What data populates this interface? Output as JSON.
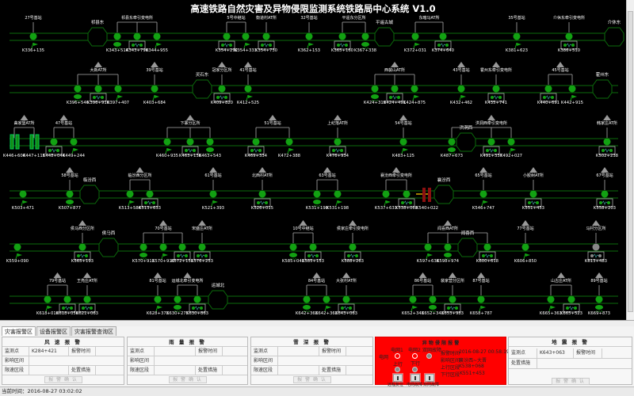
{
  "title": "高速铁路自然灾害及异物侵限监测系统铁路局中心系统 V1.0",
  "colors": {
    "track": "#0b6b0b",
    "point": "#12a112",
    "alarm": "#ff0000",
    "inactive": "#888888"
  },
  "rows": [
    {
      "points": [
        [
          "K336+135",
          "flag"
        ],
        [
          "K343+514",
          "rain"
        ],
        [
          "K343+790",
          "wind"
        ],
        [
          "K344+955",
          "flag"
        ],
        [
          "K354+292",
          "wind"
        ],
        [
          "K354+333",
          "flag"
        ],
        [
          "K354+730",
          "wind"
        ],
        [
          "K362+153",
          "flag"
        ],
        [
          "K365+160",
          "wind"
        ],
        [
          "K367+338",
          "rain"
        ],
        [
          "K372+031",
          "flag"
        ],
        [
          "K374+640",
          "wind"
        ],
        [
          "K381+623",
          "flag"
        ],
        [
          "K386+510",
          "wind"
        ]
      ],
      "labels": [
        {
          "text": "27号基站",
          "pts": [
            0
          ]
        },
        {
          "text": "祁县东牵引变电所",
          "pts": [
            1,
            2,
            3
          ]
        },
        {
          "text": "5号中继站",
          "pts": [
            4,
            5
          ]
        },
        {
          "text": "衡道村AT所",
          "pts": [
            6
          ]
        },
        {
          "text": "32号基站",
          "pts": [
            7
          ]
        },
        {
          "text": "平遥东分区所",
          "pts": [
            8,
            9
          ]
        },
        {
          "text": "东喀马AT所",
          "pts": [
            10,
            11
          ]
        },
        {
          "text": "35号基站",
          "pts": [
            12
          ]
        },
        {
          "text": "介休东牵引变电所",
          "pts": [
            13
          ]
        }
      ],
      "stations": [
        "祁县东",
        "平遥古城",
        "介休东"
      ]
    },
    {
      "points": [
        [
          "K396+546",
          "rain"
        ],
        [
          "K396+910",
          "wind"
        ],
        [
          "K397+407",
          "flag"
        ],
        [
          "K403+684",
          "flag"
        ],
        [
          "K409+820",
          "wind"
        ],
        [
          "K412+525",
          "flag"
        ],
        [
          "K424+319",
          "rain"
        ],
        [
          "K424+491",
          "wind"
        ],
        [
          "K424+875",
          "flag"
        ],
        [
          "K432+462",
          "flag"
        ],
        [
          "K435+741",
          "wind"
        ],
        [
          "K440+691",
          "wind"
        ],
        [
          "K442+915",
          "flag"
        ]
      ],
      "labels": [
        {
          "text": "大新AT所",
          "pts": [
            0,
            1,
            2
          ],
          "tri": true
        },
        {
          "text": "39号基站",
          "pts": [
            3
          ],
          "tri": true
        },
        {
          "text": "冠家分区所",
          "pts": [
            4
          ],
          "tri": true
        },
        {
          "text": "41号基站",
          "pts": [
            5
          ],
          "tri": true
        },
        {
          "text": "西裴山AT所",
          "pts": [
            6,
            7,
            8
          ],
          "tri": true
        },
        {
          "text": "43号基站",
          "pts": [
            9
          ],
          "tri": true
        },
        {
          "text": "霍州东牵引变电所",
          "pts": [
            10
          ],
          "tri": true
        },
        {
          "text": "45号基站",
          "pts": [
            11,
            12
          ],
          "tri": true
        }
      ],
      "stations": [
        "灵石东",
        "霍州东"
      ]
    },
    {
      "points": [
        [
          "K446+604",
          "bar"
        ],
        [
          "K447+115",
          "bar"
        ],
        [
          "K448+044",
          "wind"
        ],
        [
          "K449+244",
          "flag"
        ],
        [
          "K460+935",
          "flag"
        ],
        [
          "K463+138",
          "wind"
        ],
        [
          "K463+543",
          "rain"
        ],
        [
          "K469+334",
          "wind"
        ],
        [
          "K472+388",
          "flag"
        ],
        [
          "K476+934",
          "wind"
        ],
        [
          "K483+125",
          "flag"
        ],
        [
          "K487+673",
          "rain"
        ],
        [
          "K491+337",
          "wind"
        ],
        [
          "K492+027",
          "flag"
        ],
        [
          "K502+238",
          "wind"
        ]
      ],
      "labels": [
        {
          "text": "曲家堡AT所",
          "pts": [
            0,
            1
          ],
          "tri": true
        },
        {
          "text": "47号基站",
          "pts": [
            2,
            3
          ],
          "tri": true
        },
        {
          "text": "下寨分区所",
          "pts": [
            4,
            5,
            6
          ],
          "tri": true
        },
        {
          "text": "51号基站",
          "pts": [
            7,
            8
          ],
          "tri": true
        },
        {
          "text": "上纪落AT所",
          "pts": [
            9
          ],
          "tri": true
        },
        {
          "text": "54号基站",
          "pts": [
            10
          ],
          "tri": true
        },
        {
          "text": "洪洞西牵引变电所",
          "pts": [
            11,
            12,
            13
          ],
          "tri": true
        },
        {
          "text": "韩家庄AT所",
          "pts": [
            14
          ],
          "tri": true
        }
      ],
      "stations": [
        "洪洞西"
      ]
    },
    {
      "points": [
        [
          "K503+471",
          "flag"
        ],
        [
          "K507+877",
          "rain"
        ],
        [
          "K513+584",
          "flag"
        ],
        [
          "K513+633",
          "wind"
        ],
        [
          "K521+393",
          "flag"
        ],
        [
          "K526+015",
          "wind"
        ],
        [
          "K531+198",
          "rain"
        ],
        [
          "K531+198",
          "flag"
        ],
        [
          "K537+633",
          "flag"
        ],
        [
          "K538+068",
          "wind"
        ],
        [
          "K540+022",
          "redbar"
        ],
        [
          "K546+747",
          "flag"
        ],
        [
          "K551+453",
          "wind"
        ],
        [
          "K558+203",
          "wind"
        ]
      ],
      "labels": [
        {
          "text": "58号基站",
          "pts": [
            1
          ],
          "tri": true
        },
        {
          "text": "临汾西分区所",
          "pts": [
            2,
            3
          ],
          "tri": true
        },
        {
          "text": "61号基站",
          "pts": [
            4
          ],
          "tri": true
        },
        {
          "text": "北西村AT所",
          "pts": [
            5
          ],
          "tri": true
        },
        {
          "text": "63号基站",
          "pts": [
            6,
            7
          ],
          "tri": true
        },
        {
          "text": "襄汾西牵引变电所",
          "pts": [
            8,
            9
          ],
          "tri": true
        },
        {
          "text": "65号基站",
          "pts": [
            11
          ],
          "tri": true
        },
        {
          "text": "小胶树AT所",
          "pts": [
            12
          ],
          "tri": true
        },
        {
          "text": "67号基站",
          "pts": [
            13
          ],
          "tri": true
        }
      ],
      "stations": [
        "临汾西",
        "襄汾西"
      ]
    },
    {
      "points": [
        [
          "K559+090",
          "flag"
        ],
        [
          "K565+193",
          "wind"
        ],
        [
          "K570+913",
          "rain"
        ],
        [
          "K570+913",
          "flag"
        ],
        [
          "K572+153",
          "wind"
        ],
        [
          "K576+253",
          "wind"
        ],
        [
          "K585+043",
          "rain"
        ],
        [
          "K585+153",
          "wind"
        ],
        [
          "K588+263",
          "wind"
        ],
        [
          "K597+638",
          "flag"
        ],
        [
          "K598+974",
          "rain"
        ],
        [
          "K600+618",
          "wind"
        ],
        [
          "K606+850",
          "flag"
        ],
        [
          "K613+483",
          "wind-off"
        ]
      ],
      "labels": [
        {
          "text": "侯马西分区所",
          "pts": [
            1
          ],
          "tri": true
        },
        {
          "text": "70号基站",
          "pts": [
            2,
            3,
            4
          ],
          "tri": true
        },
        {
          "text": "宋盛庄AT所",
          "pts": [
            5
          ],
          "tri": true
        },
        {
          "text": "10号中继站",
          "pts": [
            6,
            7
          ],
          "tri": true
        },
        {
          "text": "侯家庄牵引变电所",
          "pts": [
            8
          ],
          "tri": true
        },
        {
          "text": "闻喜西AT所",
          "pts": [
            9,
            10,
            11
          ],
          "tri": true
        },
        {
          "text": "77号基站",
          "pts": [
            12
          ],
          "tri": true
        },
        {
          "text": "马村分区所",
          "pts": [
            13
          ],
          "tri": true
        }
      ],
      "stations": [
        "侯马西",
        "闻喜西"
      ]
    },
    {
      "points": [
        [
          "K618+010",
          "flag"
        ],
        [
          "K618+050",
          "wind"
        ],
        [
          "K621+063",
          "wind"
        ],
        [
          "K628+373",
          "flag"
        ],
        [
          "K630+275",
          "rain"
        ],
        [
          "K630+863",
          "wind"
        ],
        [
          "K642+363",
          "rain"
        ],
        [
          "K642+363",
          "flag"
        ],
        [
          "K643+063",
          "wind"
        ],
        [
          "K652+343",
          "flag"
        ],
        [
          "K652+343",
          "rain"
        ],
        [
          "K653+983",
          "wind"
        ],
        [
          "K658+787",
          "flag"
        ],
        [
          "K665+363",
          "flag"
        ],
        [
          "K665+523",
          "wind"
        ],
        [
          "K669+873",
          "rain"
        ]
      ],
      "labels": [
        {
          "text": "79号基站",
          "pts": [
            0,
            1
          ],
          "tri": true
        },
        {
          "text": "王亮庄AT所",
          "pts": [
            2
          ],
          "tri": true
        },
        {
          "text": "81号基站",
          "pts": [
            3
          ],
          "tri": true
        },
        {
          "text": "运城北牵引变电所",
          "pts": [
            4,
            5
          ],
          "tri": true
        },
        {
          "text": "84号基站",
          "pts": [
            6,
            7
          ],
          "tri": true
        },
        {
          "text": "大张村AT所",
          "pts": [
            8
          ],
          "tri": true
        },
        {
          "text": "86号基站",
          "pts": [
            9,
            10
          ],
          "tri": true
        },
        {
          "text": "裴家营分区所",
          "pts": [
            11
          ],
          "tri": true
        },
        {
          "text": "87号基站",
          "pts": [
            12
          ],
          "tri": true
        },
        {
          "text": "山古庄AT所",
          "pts": [
            13,
            14
          ],
          "tri": true
        },
        {
          "text": "89号基站",
          "pts": [
            15
          ],
          "tri": true
        }
      ],
      "stations": [
        "运城北"
      ]
    }
  ],
  "tabs": [
    "灾害报警区",
    "设备报警区",
    "灾害报警查询区"
  ],
  "panels": {
    "wind": {
      "title": "风 速 报 警",
      "monitor_label": "监测点",
      "monitor_value": "K284+421",
      "time_label": "报警时间",
      "area_label": "影响区间",
      "limit_label": "限速区段",
      "measure_label": "处置措施",
      "confirm": "报 警 确 认"
    },
    "rain": {
      "title": "雨 量 报 警",
      "monitor_label": "监测点",
      "time_label": "报警时间",
      "area_label": "影响区间",
      "limit_label": "限速区段",
      "measure_label": "处置措施",
      "confirm": "报 警 确 认"
    },
    "snow": {
      "title": "雪 深 报 警",
      "monitor_label": "监测点",
      "time_label": "报警时间",
      "area_label": "影响区间",
      "limit_label": "限速区段",
      "measure_label": "处置措施",
      "confirm": "报 警 确 认"
    },
    "intrusion": {
      "title": "异 物 侵 限 报 警",
      "grid1": "电网1",
      "grid2": "电网2",
      "dual": "双网故障",
      "grid": "电网",
      "up": "上行",
      "down": "下行",
      "btn_reset": "远程复位",
      "btn_grid": "电网故障",
      "btn_dual": "双网故障",
      "time_label": "报警时间",
      "time_value": "2016-08-27 00:58:19",
      "area_label": "影响区间",
      "area_value": "襄汾西~大晋",
      "up_label": "上行区段",
      "up_value": "K538+068",
      "down_label": "下行区段",
      "down_value": "K551+453"
    },
    "quake": {
      "title": "地 震 报 警",
      "monitor_label": "监测点",
      "monitor_value": "K643+063",
      "time_label": "报警时间",
      "measure_label": "处置措施",
      "confirm": "报 警 确 认"
    }
  },
  "status": "当前时间：2016-08-27 03:02:02"
}
